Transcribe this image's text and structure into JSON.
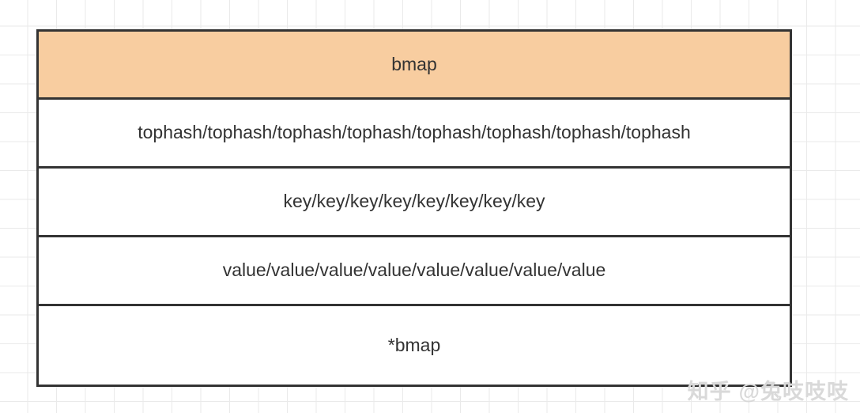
{
  "diagram": {
    "title": "bmap",
    "header": {
      "label": "bmap",
      "fill_color": "#F8CDA0",
      "border_color": "#333333"
    },
    "rows": [
      {
        "name": "tophash-row",
        "label": "tophash/tophash/tophash/tophash/tophash/tophash/tophash/tophash"
      },
      {
        "name": "key-row",
        "label": "key/key/key/key/key/key/key/key"
      },
      {
        "name": "value-row",
        "label": "value/value/value/value/value/value/value/value"
      },
      {
        "name": "overflow-row",
        "label": "*bmap"
      }
    ]
  },
  "background": {
    "grid_color": "#eaeaea",
    "page_color": "#ffffff"
  },
  "watermark": {
    "site": "知乎",
    "handle": "@兔吱吱吱",
    "color": "#d9d9d9"
  }
}
